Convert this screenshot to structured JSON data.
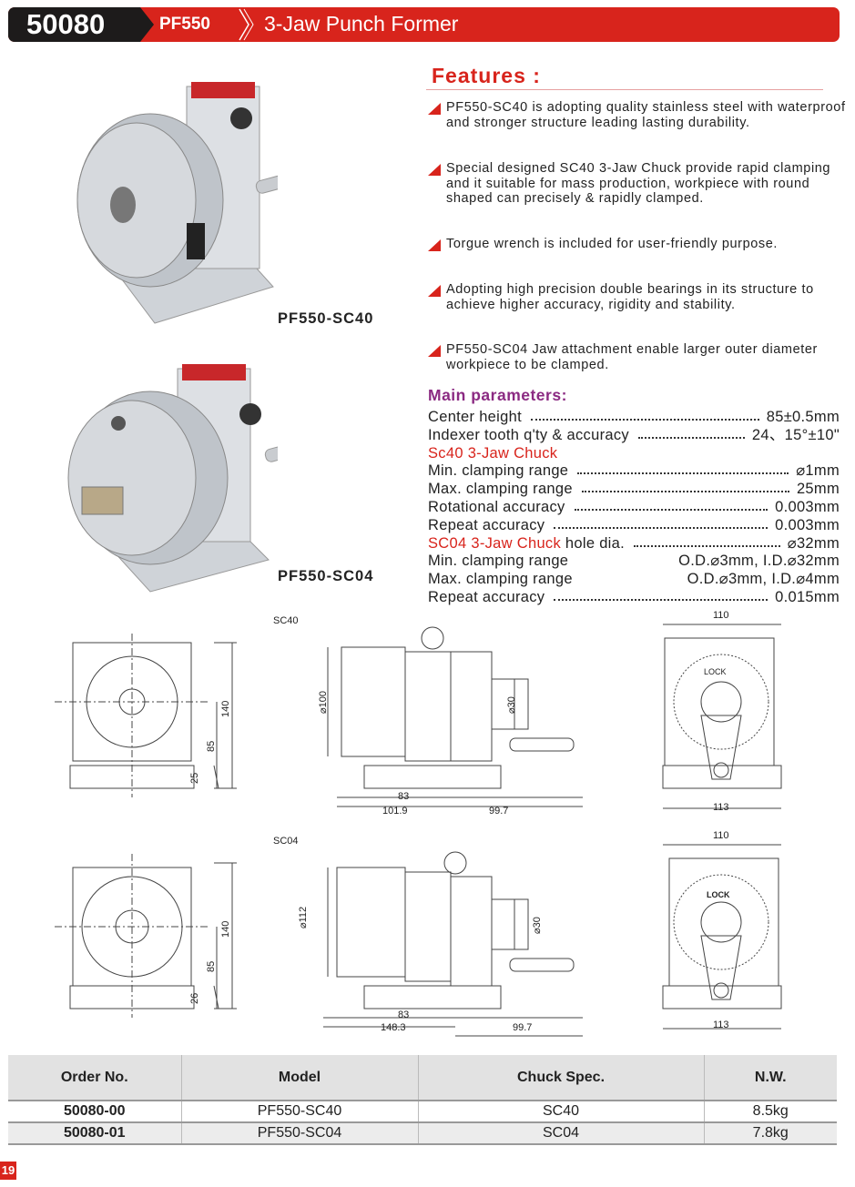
{
  "header": {
    "code": "50080",
    "series": "PF550",
    "title": "3-Jaw Punch Former"
  },
  "features": {
    "title": "Features :",
    "items": [
      "PF550-SC40 is adopting quality stainless steel with waterproof and stronger structure leading lasting durability.",
      "Special designed SC40 3-Jaw Chuck provide rapid clamping and it suitable for mass production, workpiece with round shaped can precisely & rapidly clamped.",
      "Torgue wrench is included for user-friendly purpose.",
      "Adopting high precision double bearings in its structure to achieve higher accuracy, rigidity and stability.",
      "PF550-SC04 Jaw attachment enable larger outer diameter workpiece to be clamped."
    ]
  },
  "products": [
    {
      "label": "PF550-SC40"
    },
    {
      "label": "PF550-SC04"
    }
  ],
  "parameters": {
    "title": "Main parameters:",
    "rows": [
      {
        "label": "Center height",
        "value": "85±0.5mm",
        "dots": true
      },
      {
        "label": "Indexer tooth q'ty & accuracy",
        "value": "24、15°±10\"",
        "dots": true
      },
      {
        "label": "Sc40 3-Jaw Chuck",
        "value": "",
        "section": true
      },
      {
        "label": "Min. clamping range",
        "value": "⌀1mm",
        "dots": true
      },
      {
        "label": "Max. clamping range",
        "value": "25mm",
        "dots": true
      },
      {
        "label": "Rotational accuracy",
        "value": "0.003mm",
        "dots": true
      },
      {
        "label": "Repeat accuracy",
        "value": "0.003mm",
        "dots": true
      },
      {
        "label": "SC04 3-Jaw Chuck",
        "label_suffix": " hole dia.",
        "value": "⌀32mm",
        "dots": true,
        "section": true
      },
      {
        "label": "Min. clamping range",
        "value": "O.D.⌀3mm, I.D.⌀32mm",
        "dots": false
      },
      {
        "label": "Max. clamping range",
        "value": "O.D.⌀3mm, I.D.⌀4mm",
        "dots": false
      },
      {
        "label": "Repeat accuracy",
        "value": "0.015mm",
        "dots": true
      }
    ]
  },
  "drawings": [
    {
      "tag": "SC40",
      "front": {
        "h1": "140",
        "h2": "85",
        "h3": "25"
      },
      "side": {
        "dia": "⌀100",
        "shaft": "⌀30",
        "w1": "83",
        "w2": "101.9",
        "w3": "99.7"
      },
      "rear": {
        "top": "110",
        "bottom": "113",
        "lock": "LOCK"
      }
    },
    {
      "tag": "SC04",
      "front": {
        "h1": "140",
        "h2": "85",
        "h3": "26"
      },
      "side": {
        "dia": "⌀112",
        "shaft": "⌀30",
        "w1": "83",
        "w2": "148.3",
        "w3": "99.7"
      },
      "rear": {
        "top": "110",
        "bottom": "113",
        "lock": "LOCK"
      }
    }
  ],
  "table": {
    "headers": [
      "Order No.",
      "Model",
      "Chuck Spec.",
      "N.W."
    ],
    "rows": [
      [
        "50080-00",
        "PF550-SC40",
        "SC40",
        "8.5kg"
      ],
      [
        "50080-01",
        "PF550-SC04",
        "SC04",
        "7.8kg"
      ]
    ]
  },
  "page_number": "19"
}
